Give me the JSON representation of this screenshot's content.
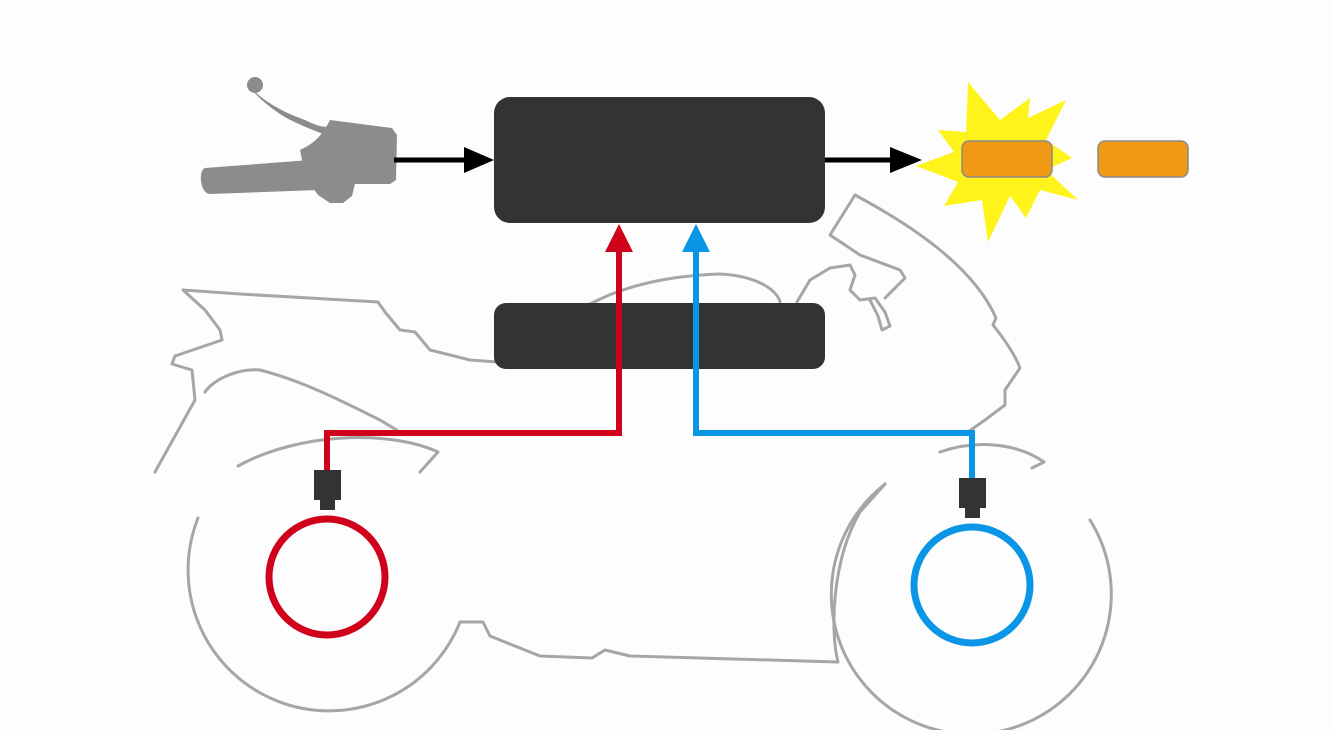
{
  "diagram": {
    "components": {
      "brake_lever": {
        "icon": "brake-lever-handlebar-icon"
      },
      "control_unit": {
        "label": "",
        "color": "#333333"
      },
      "sensor_module": {
        "label": "",
        "color": "#333333"
      },
      "brake_lights": [
        {
          "label": "",
          "color": "#f09a13"
        },
        {
          "label": "",
          "color": "#f09a13"
        }
      ],
      "flash": {
        "icon": "flash-burst-icon",
        "color": "#fff31c"
      },
      "rear_wheel_sensor": {
        "icon": "wheel-speed-sensor-icon",
        "color": "#d0021b"
      },
      "front_wheel_sensor": {
        "icon": "wheel-speed-sensor-icon",
        "color": "#0a96e6"
      },
      "motorcycle": {
        "icon": "motorcycle-outline-icon",
        "color": "#a6a6a6"
      }
    },
    "connections": [
      {
        "from": "brake_lever",
        "to": "control_unit",
        "color": "#000000"
      },
      {
        "from": "control_unit",
        "to": "brake_lights",
        "color": "#000000"
      },
      {
        "from": "rear_wheel_sensor",
        "to": "control_unit",
        "via": "sensor_module",
        "color": "#d0021b"
      },
      {
        "from": "front_wheel_sensor",
        "to": "control_unit",
        "via": "sensor_module",
        "color": "#0a96e6"
      }
    ]
  }
}
